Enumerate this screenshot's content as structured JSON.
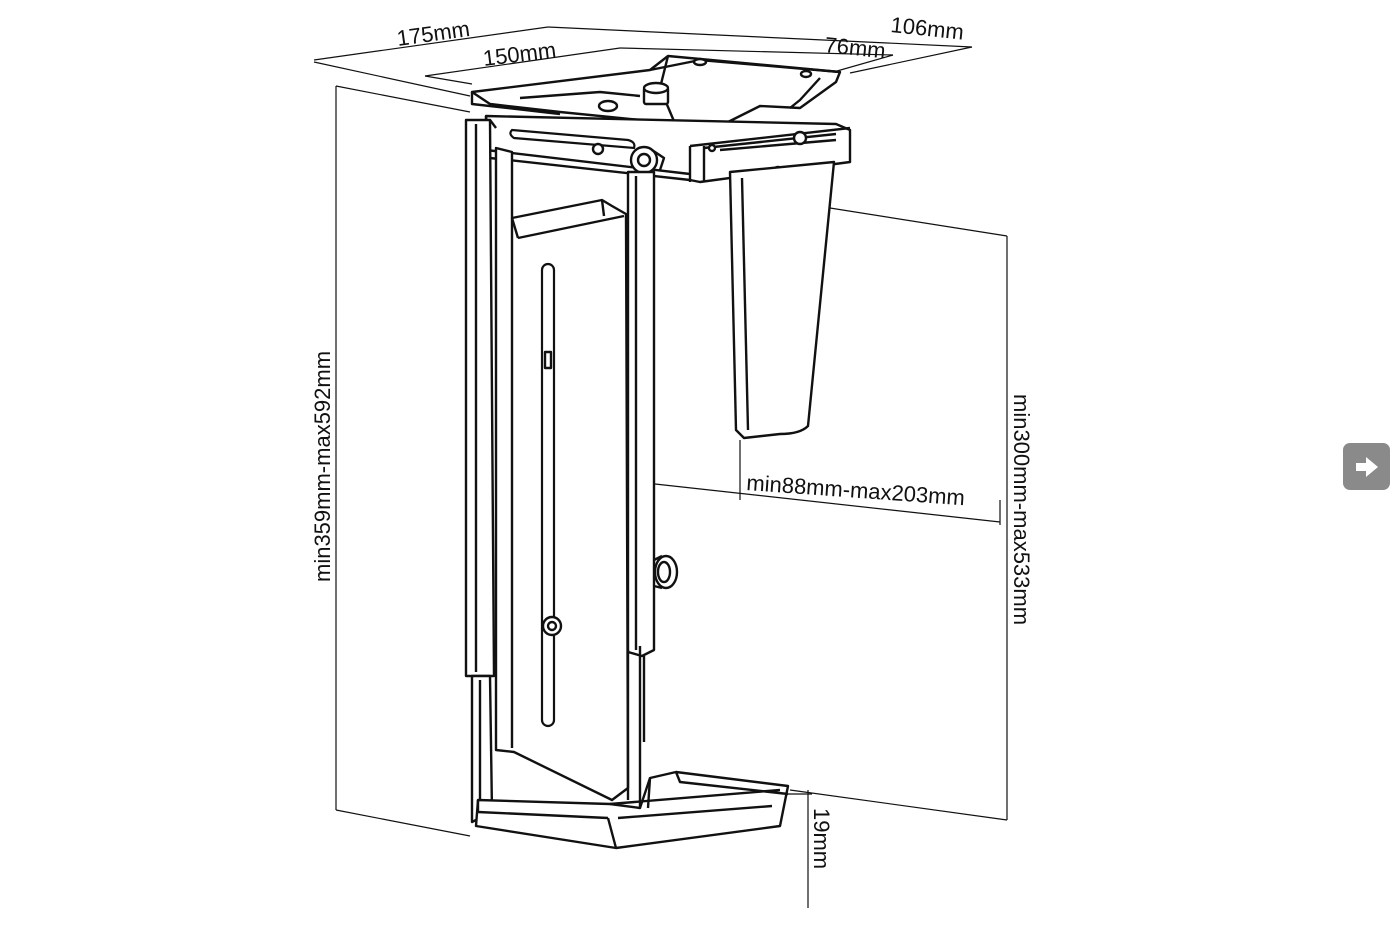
{
  "dimensions": {
    "overall_depth": "175mm",
    "overall_width": "106mm",
    "plate_depth": "150mm",
    "plate_width": "76mm",
    "overall_height": "min359mm-max592mm",
    "cradle_width": "min88mm-max203mm",
    "cradle_height": "min300mm-max533mm",
    "base_height": "19mm"
  },
  "nav": {
    "next_icon": "arrow-right-icon",
    "accent": "#8a8a8a"
  }
}
